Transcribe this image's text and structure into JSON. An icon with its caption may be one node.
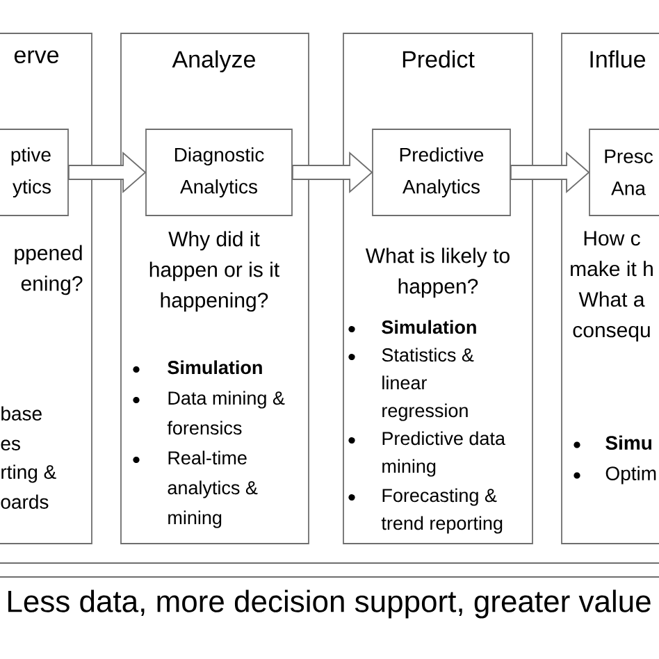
{
  "diagram": {
    "nodes": [
      {
        "text": [
          "erve",
          "ppened ening?",
          "base es",
          "rting & oards"
        ]
      },
      {
        "text": [
          "ptive ytics"
        ],
        "in": 0
      },
      {
        "text": [
          "Analyze",
          "Why did it happen or is it happening?",
          "Simulation",
          "Data mining & forensics",
          "Real-time analytics & mining"
        ]
      },
      {
        "text": [
          "Diagnostic Analytics"
        ],
        "in": 2
      },
      {
        "text": [
          "Predict",
          "What is likely to happen?",
          "Simulation",
          "Statistics & linear regression",
          "Predictive data mining",
          "Forecasting & trend reporting"
        ]
      },
      {
        "text": [
          "Predictive Analytics"
        ],
        "in": 4
      },
      {
        "text": [
          "Influe",
          "How c make it h What a consequ",
          "Simu",
          "Optim"
        ]
      },
      {
        "text": [
          "Presc Ana"
        ],
        "in": 6
      }
    ],
    "edges": [
      {
        "from": 1,
        "to": 3,
        "arrow": "to"
      },
      {
        "from": 3,
        "to": 5,
        "arrow": "to"
      },
      {
        "from": 5,
        "to": 7,
        "arrow": "to"
      }
    ],
    "labels": [
      "Less data, more decision support, greater value"
    ]
  }
}
